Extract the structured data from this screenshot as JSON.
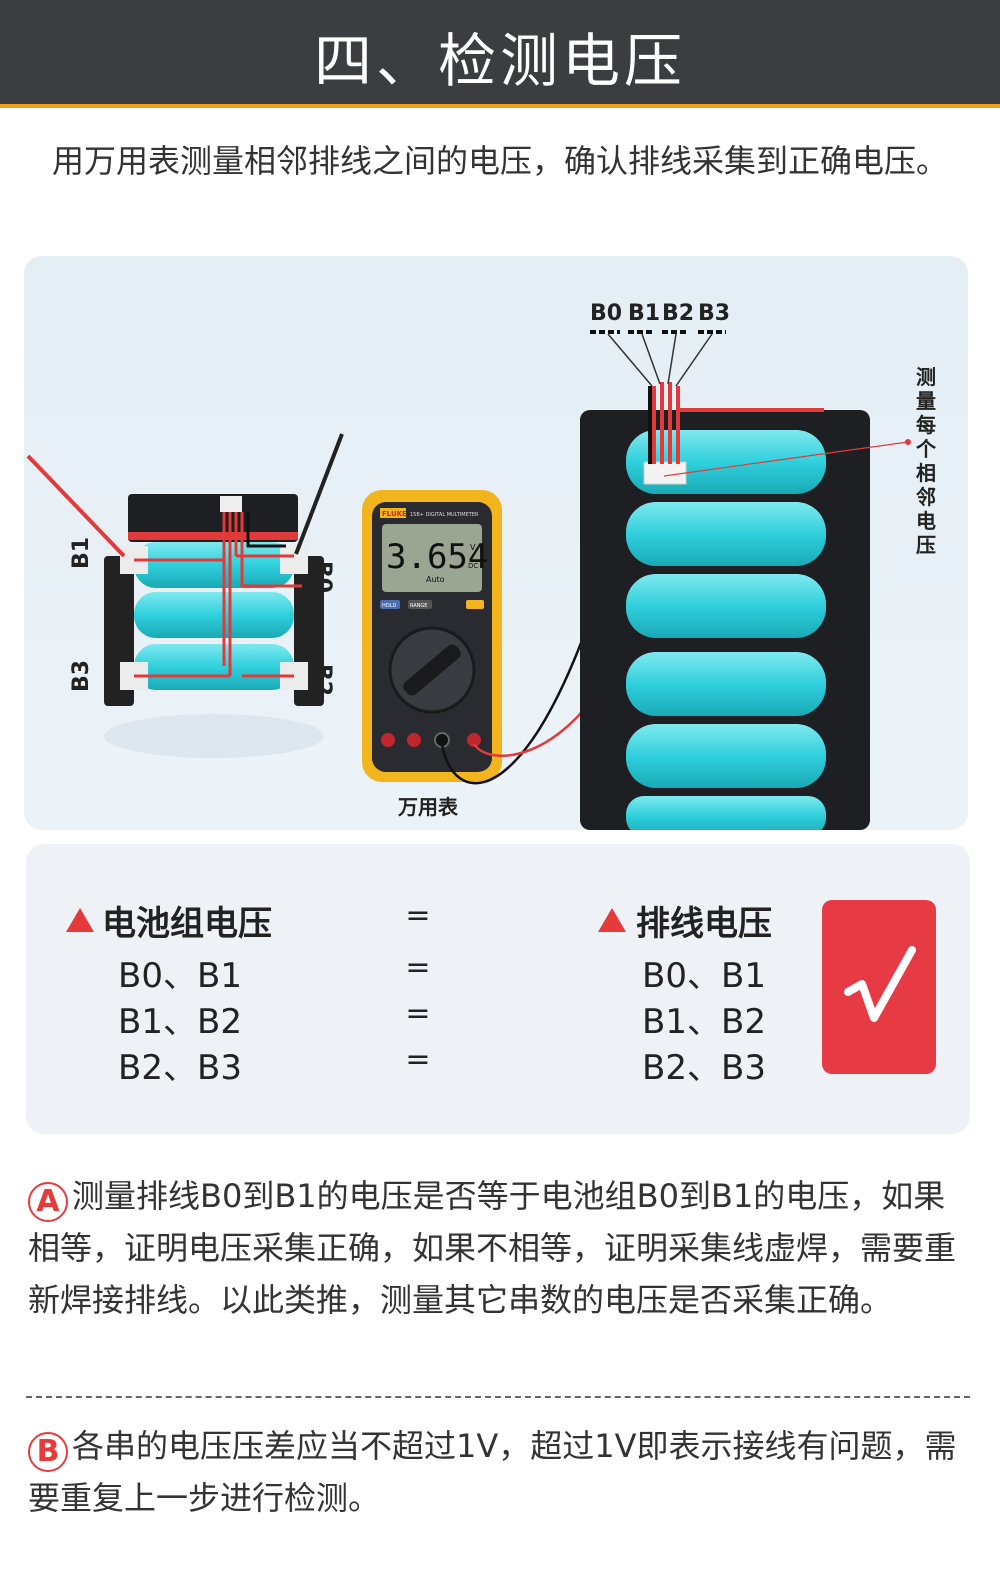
{
  "header": {
    "title": "四、检测电压"
  },
  "intro": {
    "text": "用万用表测量相邻排线之间的电压，确认排线采集到正确电压。"
  },
  "figure": {
    "left_pack_labels": [
      "B1",
      "B0",
      "B3",
      "B2"
    ],
    "top_labels": [
      "B0",
      "B1",
      "B2",
      "B3"
    ],
    "side_note": "测量每个相邻电压",
    "meter": {
      "brand": "FLUKE",
      "model": "15B+ DIGITAL MULTIMETER",
      "reading": "3.654",
      "unit": "V",
      "mode": "DC",
      "auto": "Auto",
      "btn_hold": "HOLD",
      "btn_range": "RANGE",
      "caption": "万用表"
    }
  },
  "compare": {
    "left_header": "电池组电压",
    "right_header": "排线电压",
    "equals": "=",
    "rows": [
      {
        "left": "B0、B1",
        "right": "B0、B1"
      },
      {
        "left": "B1、B2",
        "right": "B1、B2"
      },
      {
        "left": "B2、B3",
        "right": "B2、B3"
      }
    ],
    "check_mark": "√"
  },
  "notes": {
    "a_marker": "A",
    "a_text": "测量排线B0到B1的电压是否等于电池组B0到B1的电压，如果相等，证明电压采集正确，如果不相等，证明采集线虚焊，需要重新焊接排线。以此类推，测量其它串数的电压是否采集正确。",
    "b_marker": "B",
    "b_text": "各串的电压压差应当不超过1V，超过1V即表示接线有问题，需要重复上一步进行检测。"
  },
  "colors": {
    "accent": "#e63b3b",
    "header_bg": "#3b3d40",
    "header_border": "#f0a01e",
    "cell": "#3dd6e0",
    "meter_yellow": "#f2b51d"
  }
}
